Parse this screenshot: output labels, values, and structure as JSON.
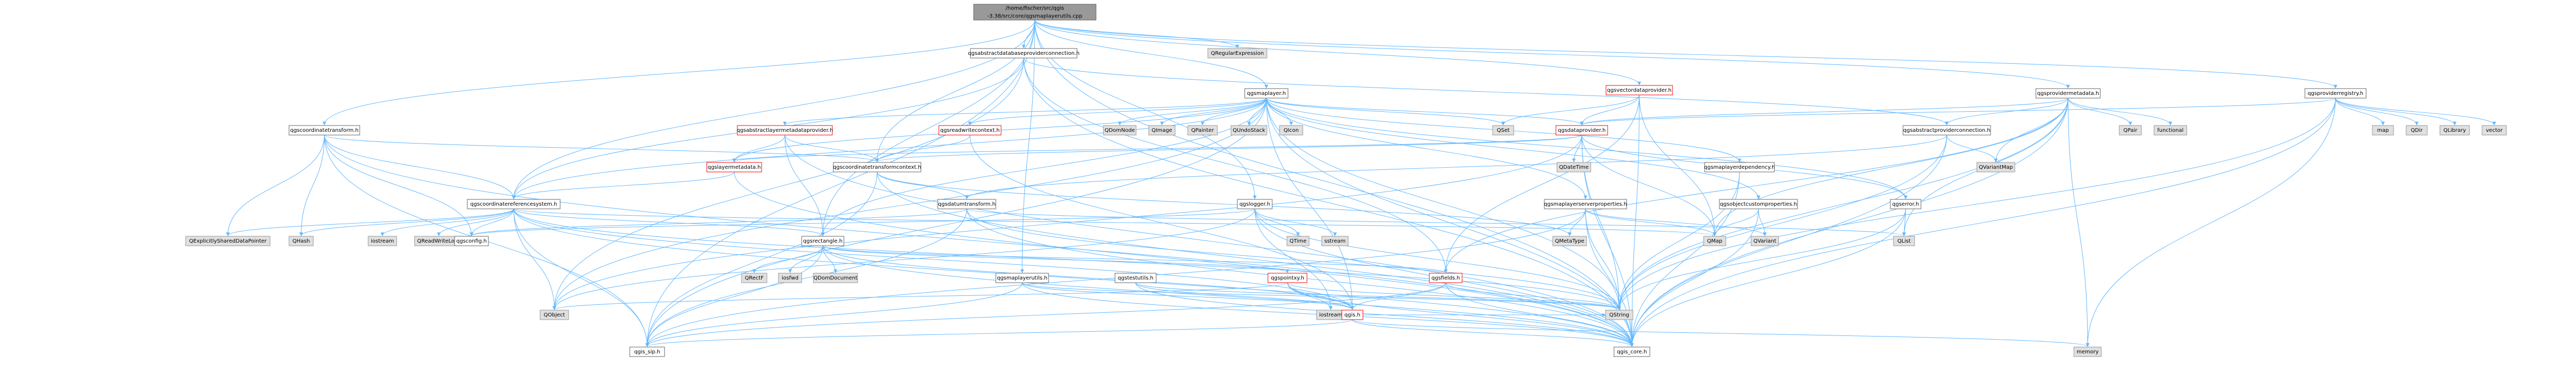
{
  "colors": {
    "edge": "#63b8ff",
    "root_fill": "#999999",
    "root_border": "#666666",
    "internal_fill": "#ffffff",
    "internal_border": "#666666",
    "highlight_border": "#ff0000",
    "external_fill": "#e0e0e0",
    "external_border": "#999999"
  },
  "nodes": {
    "root": {
      "label": "/home/fischer/src/qgis\n-3.38/src/core/qgsmaplayerutils.cpp",
      "kind": "root"
    },
    "qgsabstractdatabaseproviderconnection": {
      "label": "qgsabstractdatabaseproviderconnection.h",
      "kind": "internal"
    },
    "QRegularExpression": {
      "label": "QRegularExpression",
      "kind": "external"
    },
    "qgsvectordataprovider": {
      "label": "qgsvectordataprovider.h",
      "kind": "highlight"
    },
    "qgsprovidermetadata": {
      "label": "qgsprovidermetadata.h",
      "kind": "internal"
    },
    "qgsproviderregistry": {
      "label": "qgsproviderregistry.h",
      "kind": "internal"
    },
    "qgsmaplayer": {
      "label": "qgsmaplayer.h",
      "kind": "internal"
    },
    "qgscoordinatetransform": {
      "label": "qgscoordinatetransform.h",
      "kind": "internal"
    },
    "qgsabstractlayermetadataprovider": {
      "label": "qgsabstractlayermetadataprovider.h",
      "kind": "highlight"
    },
    "qgsreadwritecontext": {
      "label": "qgsreadwritecontext.h",
      "kind": "highlight"
    },
    "QDomNode": {
      "label": "QDomNode",
      "kind": "external"
    },
    "QImage": {
      "label": "QImage",
      "kind": "external"
    },
    "QPainter": {
      "label": "QPainter",
      "kind": "external"
    },
    "QUndoStack": {
      "label": "QUndoStack",
      "kind": "external"
    },
    "QIcon": {
      "label": "QIcon",
      "kind": "external"
    },
    "QSet": {
      "label": "QSet",
      "kind": "external"
    },
    "qgsdataprovider": {
      "label": "qgsdataprovider.h",
      "kind": "highlight"
    },
    "qgsabstractproviderconnection": {
      "label": "qgsabstractproviderconnection.h",
      "kind": "internal"
    },
    "QPair": {
      "label": "QPair",
      "kind": "external"
    },
    "functional": {
      "label": "functional",
      "kind": "external"
    },
    "map": {
      "label": "map",
      "kind": "external"
    },
    "QDir": {
      "label": "QDir",
      "kind": "external"
    },
    "QLibrary": {
      "label": "QLibrary",
      "kind": "external"
    },
    "vector": {
      "label": "vector",
      "kind": "external"
    },
    "qgslayermetadata": {
      "label": "qgslayermetadata.h",
      "kind": "highlight"
    },
    "qgscoordinatetransformcontext": {
      "label": "qgscoordinatetransformcontext.h",
      "kind": "internal"
    },
    "QDateTime": {
      "label": "QDateTime",
      "kind": "external"
    },
    "qgsmaplayerdependency": {
      "label": "qgsmaplayerdependency.h",
      "kind": "internal"
    },
    "QVariantMap": {
      "label": "QVariantMap",
      "kind": "external"
    },
    "qgscoordinatereferencesystem": {
      "label": "qgscoordinatereferencesystem.h",
      "kind": "internal"
    },
    "qgsdatumtransform": {
      "label": "qgsdatumtransform.h",
      "kind": "internal"
    },
    "qgslogger": {
      "label": "qgslogger.h",
      "kind": "internal"
    },
    "qgsmaplayerserverproperties": {
      "label": "qgsmaplayerserverproperties.h",
      "kind": "internal"
    },
    "qgsobjectcustomproperties": {
      "label": "qgsobjectcustomproperties.h",
      "kind": "internal"
    },
    "qgserror": {
      "label": "qgserror.h",
      "kind": "internal"
    },
    "QExplicitlySharedDataPointer": {
      "label": "QExplicitlySharedDataPointer",
      "kind": "external"
    },
    "QHash": {
      "label": "QHash",
      "kind": "external"
    },
    "iostream": {
      "label": "iostream",
      "kind": "external"
    },
    "QReadWriteLock": {
      "label": "QReadWriteLock",
      "kind": "external"
    },
    "qgsconfig": {
      "label": "qgsconfig.h",
      "kind": "internal"
    },
    "QTime": {
      "label": "QTime",
      "kind": "external"
    },
    "sstream": {
      "label": "sstream",
      "kind": "external"
    },
    "QMetaType": {
      "label": "QMetaType",
      "kind": "external"
    },
    "QMap": {
      "label": "QMap",
      "kind": "external"
    },
    "QVariant": {
      "label": "QVariant",
      "kind": "external"
    },
    "QList": {
      "label": "QList",
      "kind": "external"
    },
    "qgsrectangle": {
      "label": "qgsrectangle.h",
      "kind": "internal"
    },
    "QRectF": {
      "label": "QRectF",
      "kind": "external"
    },
    "iosfwd": {
      "label": "iosfwd",
      "kind": "external"
    },
    "QDomDocument": {
      "label": "QDomDocument",
      "kind": "external"
    },
    "qgsmaplayerutils": {
      "label": "qgsmaplayerutils.h",
      "kind": "internal"
    },
    "qgspointxy": {
      "label": "qgspointxy.h",
      "kind": "highlight"
    },
    "qgsfields": {
      "label": "qgsfields.h",
      "kind": "highlight"
    },
    "qgstestutils": {
      "label": "qgstestutils.h",
      "kind": "internal"
    },
    "QObject": {
      "label": "QObject",
      "kind": "external"
    },
    "iostream2": {
      "label": "iostream",
      "kind": "external"
    },
    "qgis": {
      "label": "qgis.h",
      "kind": "highlight"
    },
    "QString": {
      "label": "QString",
      "kind": "external"
    },
    "memory": {
      "label": "memory",
      "kind": "external"
    },
    "qgis_sip": {
      "label": "qgis_sip.h",
      "kind": "internal"
    },
    "qgis_core": {
      "label": "qgis_core.h",
      "kind": "internal"
    }
  }
}
